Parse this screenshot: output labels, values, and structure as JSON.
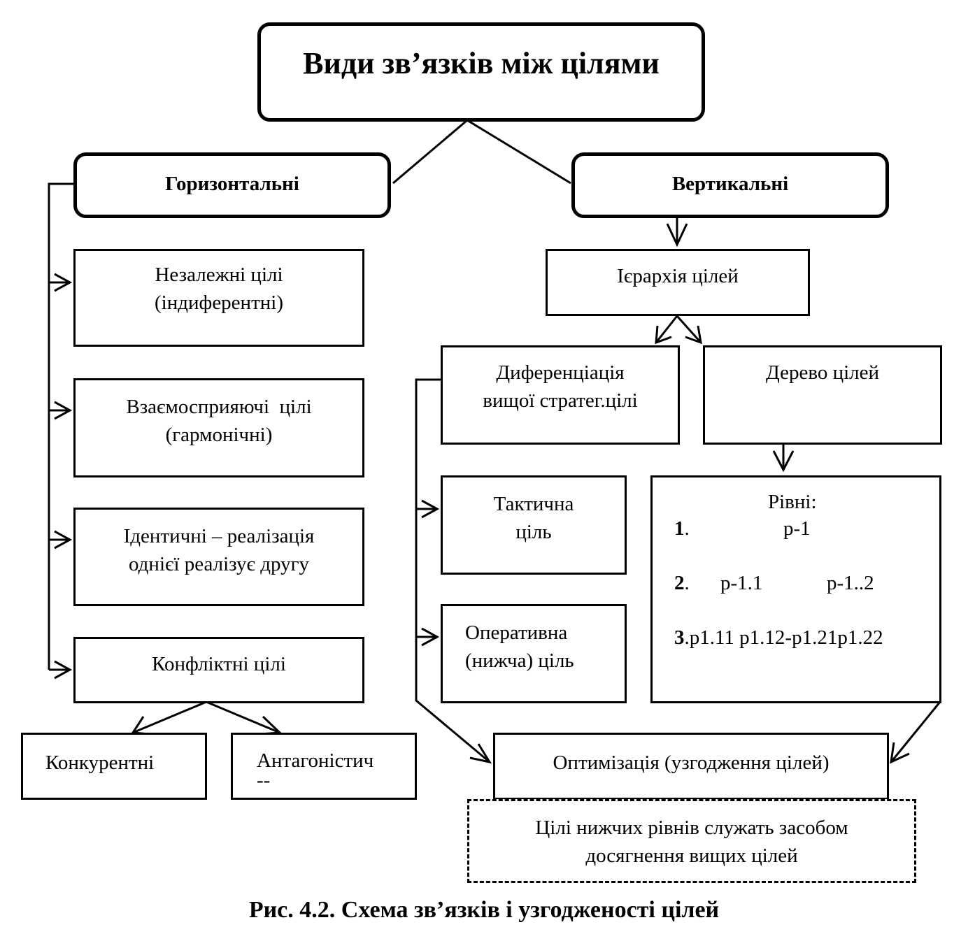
{
  "title": "Види зв’язків між цілями",
  "horizontal": {
    "label": "Горизонтальні",
    "items": [
      [
        "Незалежні цілі",
        "(індиферентні)"
      ],
      [
        "Взаємосприяючі  цілі",
        "(гармонічні)"
      ],
      [
        "Ідентичні – реалізація",
        "однієї реалізує другу"
      ],
      [
        "Конфліктні цілі"
      ]
    ],
    "conflict_children": [
      "Конкурентні",
      "Антагоністич",
      "--"
    ]
  },
  "vertical": {
    "label": "Вертикальні",
    "hierarchy": "Ієрархія цілей",
    "differentiation": [
      "Диференціація",
      "вищої стратег.цілі"
    ],
    "tree": "Дерево цілей",
    "tactical": [
      "Тактична",
      "ціль"
    ],
    "operational": [
      "Оперативна",
      "(нижча) ціль"
    ],
    "levels": {
      "title": "Рівні:",
      "row1_num": "1",
      "row1_dot": ".",
      "row1_node": "р-1",
      "row2_num": "2",
      "row2_dot": ".",
      "row2_node_a": "р-1.1",
      "row2_node_b": "р-1..2",
      "row3_num": "3",
      "row3_nodes": ".р1.11 р1.12-р1.21р1.22"
    }
  },
  "optimization": "Оптимізація (узгодження цілей)",
  "note": [
    "Цілі нижчих рівнів служать засобом",
    "досягнення вищих цілей"
  ],
  "caption": "Рис. 4.2. Схема зв’язків і узгодженості цілей"
}
